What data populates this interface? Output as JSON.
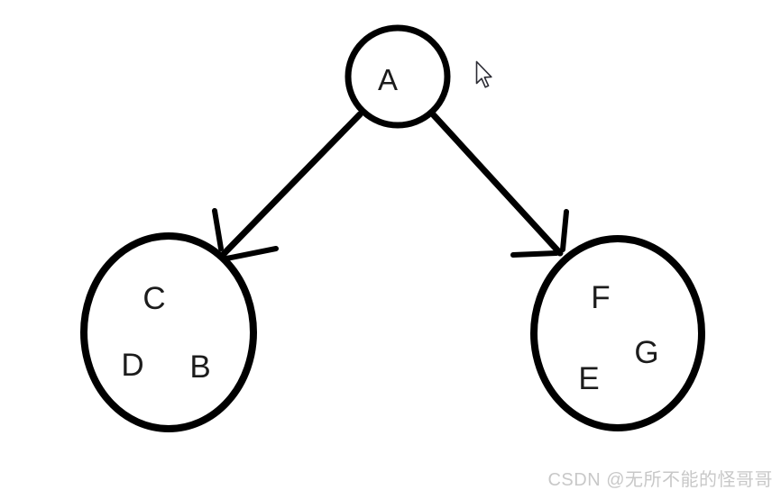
{
  "diagram": {
    "root": {
      "label": "A"
    },
    "left_group": {
      "letters": [
        "C",
        "D",
        "B"
      ]
    },
    "right_group": {
      "letters": [
        "F",
        "G",
        "E"
      ]
    },
    "ink_color": "#000000",
    "letter_color": "#1c1c1c"
  },
  "icons": {
    "cursor": "arrow-pointer"
  },
  "watermark": {
    "text": "CSDN @无所不能的怪哥哥",
    "color": "#c8c8c8"
  }
}
